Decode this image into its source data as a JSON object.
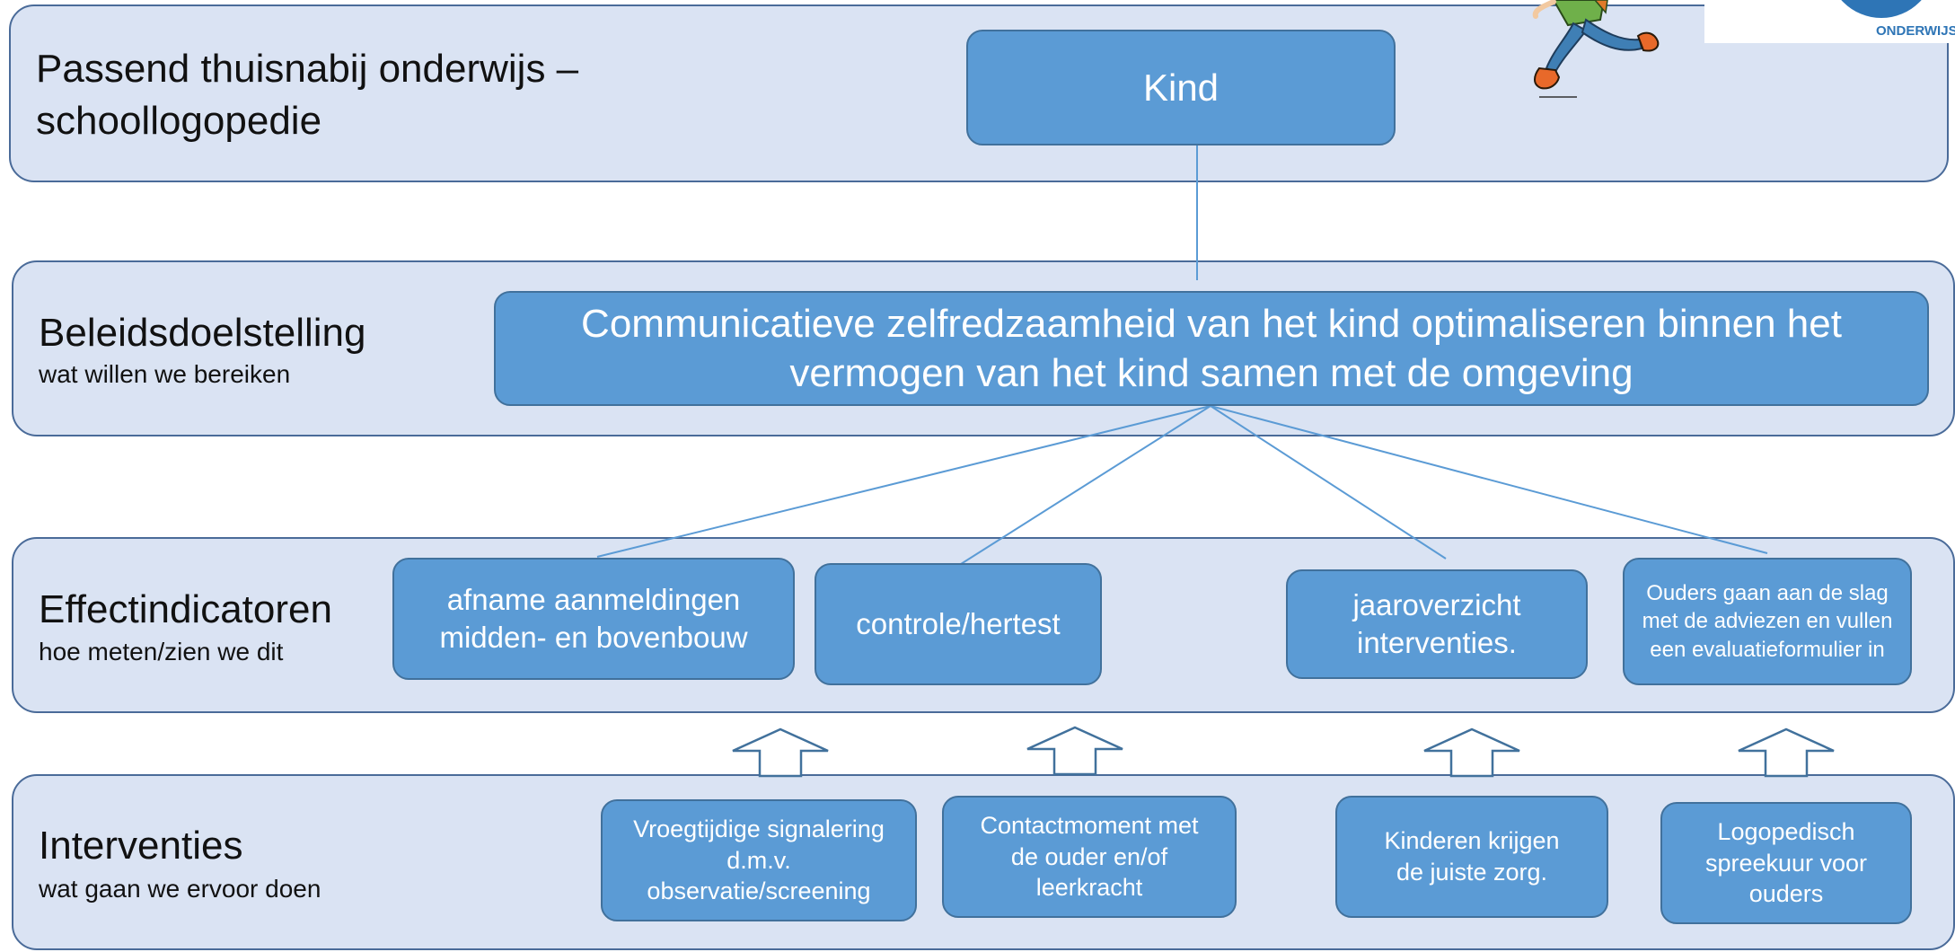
{
  "bands": {
    "top": {
      "title": "Passend thuisnabij onderwijs –\nschoollogopedie"
    },
    "beleid": {
      "title": "Beleidsdoelstelling",
      "subtitle": "wat willen we bereiken"
    },
    "effect": {
      "title": "Effectindicatoren",
      "subtitle": "hoe meten/zien we dit"
    },
    "interventies": {
      "title": "Interventies",
      "subtitle": "wat gaan we ervoor doen"
    }
  },
  "nodes": {
    "kind": "Kind",
    "doel": "Communicatieve zelfredzaamheid van het kind optimaliseren binnen het vermogen van het kind samen met de omgeving",
    "effect_1": "afname aanmeldingen midden- en bovenbouw",
    "effect_2": "controle/hertest",
    "effect_3": "jaaroverzicht interventies.",
    "effect_4": "Ouders gaan aan de slag met de adviezen en vullen een evaluatieformulier in",
    "interv_1": "Vroegtijdige signalering d.m.v. observatie/screening",
    "interv_2": "Contactmoment met de ouder en/of leerkracht",
    "interv_3": "Kinderen krijgen de juiste zorg.",
    "interv_4": "Logopedisch spreekuur voor ouders"
  },
  "logo": {
    "text": "ONDERWIJS"
  },
  "colors": {
    "band_fill": "#dae3f3",
    "band_border": "#4a6b99",
    "node_fill": "#5b9bd5",
    "node_border": "#41719c",
    "line": "#5b9bd5",
    "arrow_stroke": "#41719c"
  },
  "icons": {
    "illustration": "running-child-illustration",
    "arrow": "up-arrow-outline"
  }
}
